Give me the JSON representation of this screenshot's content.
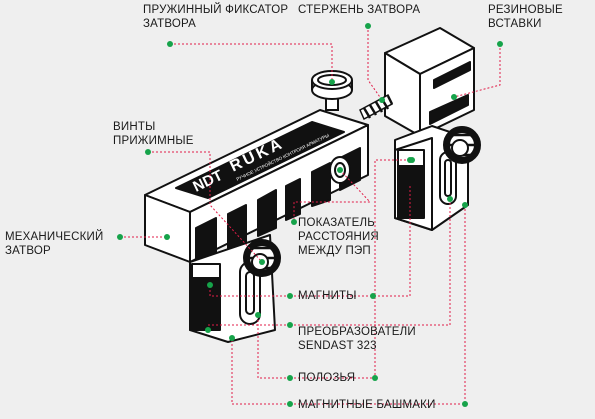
{
  "labels": {
    "spring_lock": "ПРУЖИННЫЙ ФИКСАТОР\nЗАТВОРА",
    "shutter_rod": "СТЕРЖЕНЬ ЗАТВОРА",
    "rubber_inserts": "РЕЗИНОВЫЕ\nВСТАВКИ",
    "clamp_screws": "ВИНТЫ\nПРИЖИМНЫЕ",
    "mechanical_shutter": "МЕХАНИЧЕСКИЙ\nЗАТВОР",
    "distance_indicator": "ПОКАЗАТЕЛЬ\nРАССТОЯНИЯ\nМЕЖДУ ПЭП",
    "magnets": "МАГНИТЫ",
    "transducers": "ПРЕОБРАЗОВАТЕЛИ\nSENDAST 323",
    "slides": "ПОЛОЗЬЯ",
    "magnetic_shoes": "МАГНИТНЫЕ БАШМАКИ"
  },
  "device": {
    "logo": "NDT",
    "brand": "RUKA",
    "caption": "РУЧНОЕ УСТРОЙСТВО КОНТРОЛЯ АРМАТУРЫ"
  },
  "colors": {
    "background": "#efefef",
    "outline": "#111111",
    "leader_line": "#e11d48",
    "dot": "#16a34a"
  }
}
